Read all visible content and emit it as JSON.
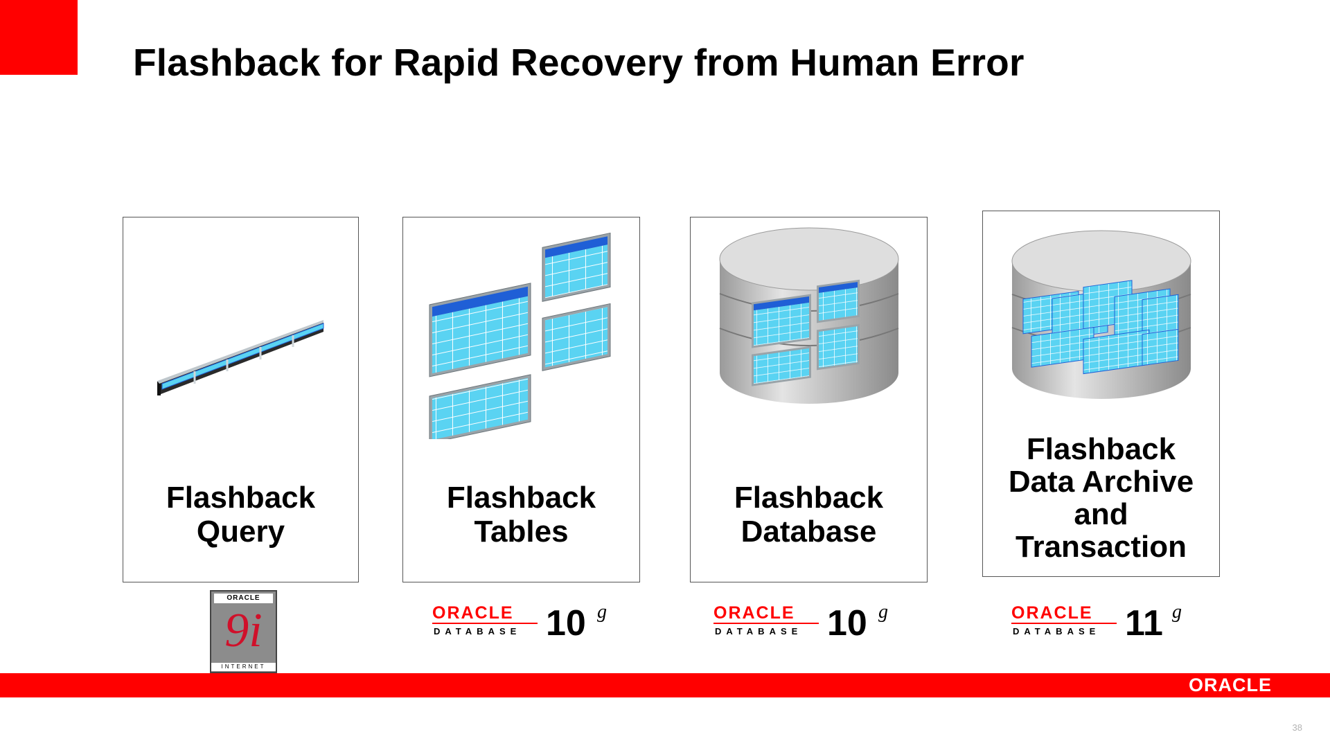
{
  "slide": {
    "title": "Flashback for Rapid Recovery from Human Error",
    "page_number": "38",
    "brand_color": "#ff0000",
    "table_color": "#5ad3f2",
    "table_header_color": "#1f5fd6"
  },
  "cards": [
    {
      "label_lines": [
        "Flashback",
        "Query"
      ],
      "icon": "table-row-icon"
    },
    {
      "label_lines": [
        "Flashback",
        "Tables"
      ],
      "icon": "tables-icon"
    },
    {
      "label_lines": [
        "Flashback",
        "Database"
      ],
      "icon": "database-icon"
    },
    {
      "label_lines": [
        "Flashback",
        "Data Archive",
        "and",
        "Transaction"
      ],
      "icon": "archive-database-icon"
    }
  ],
  "logos": [
    {
      "brand": "ORACLE",
      "version": "9i",
      "sub": "INTERNET"
    },
    {
      "brand": "ORACLE",
      "sub": "DATABASE",
      "version_num": "10",
      "version_sup": "g"
    },
    {
      "brand": "ORACLE",
      "sub": "DATABASE",
      "version_num": "10",
      "version_sup": "g"
    },
    {
      "brand": "ORACLE",
      "sub": "DATABASE",
      "version_num": "11",
      "version_sup": "g"
    }
  ],
  "footer": {
    "brand": "ORACLE"
  }
}
